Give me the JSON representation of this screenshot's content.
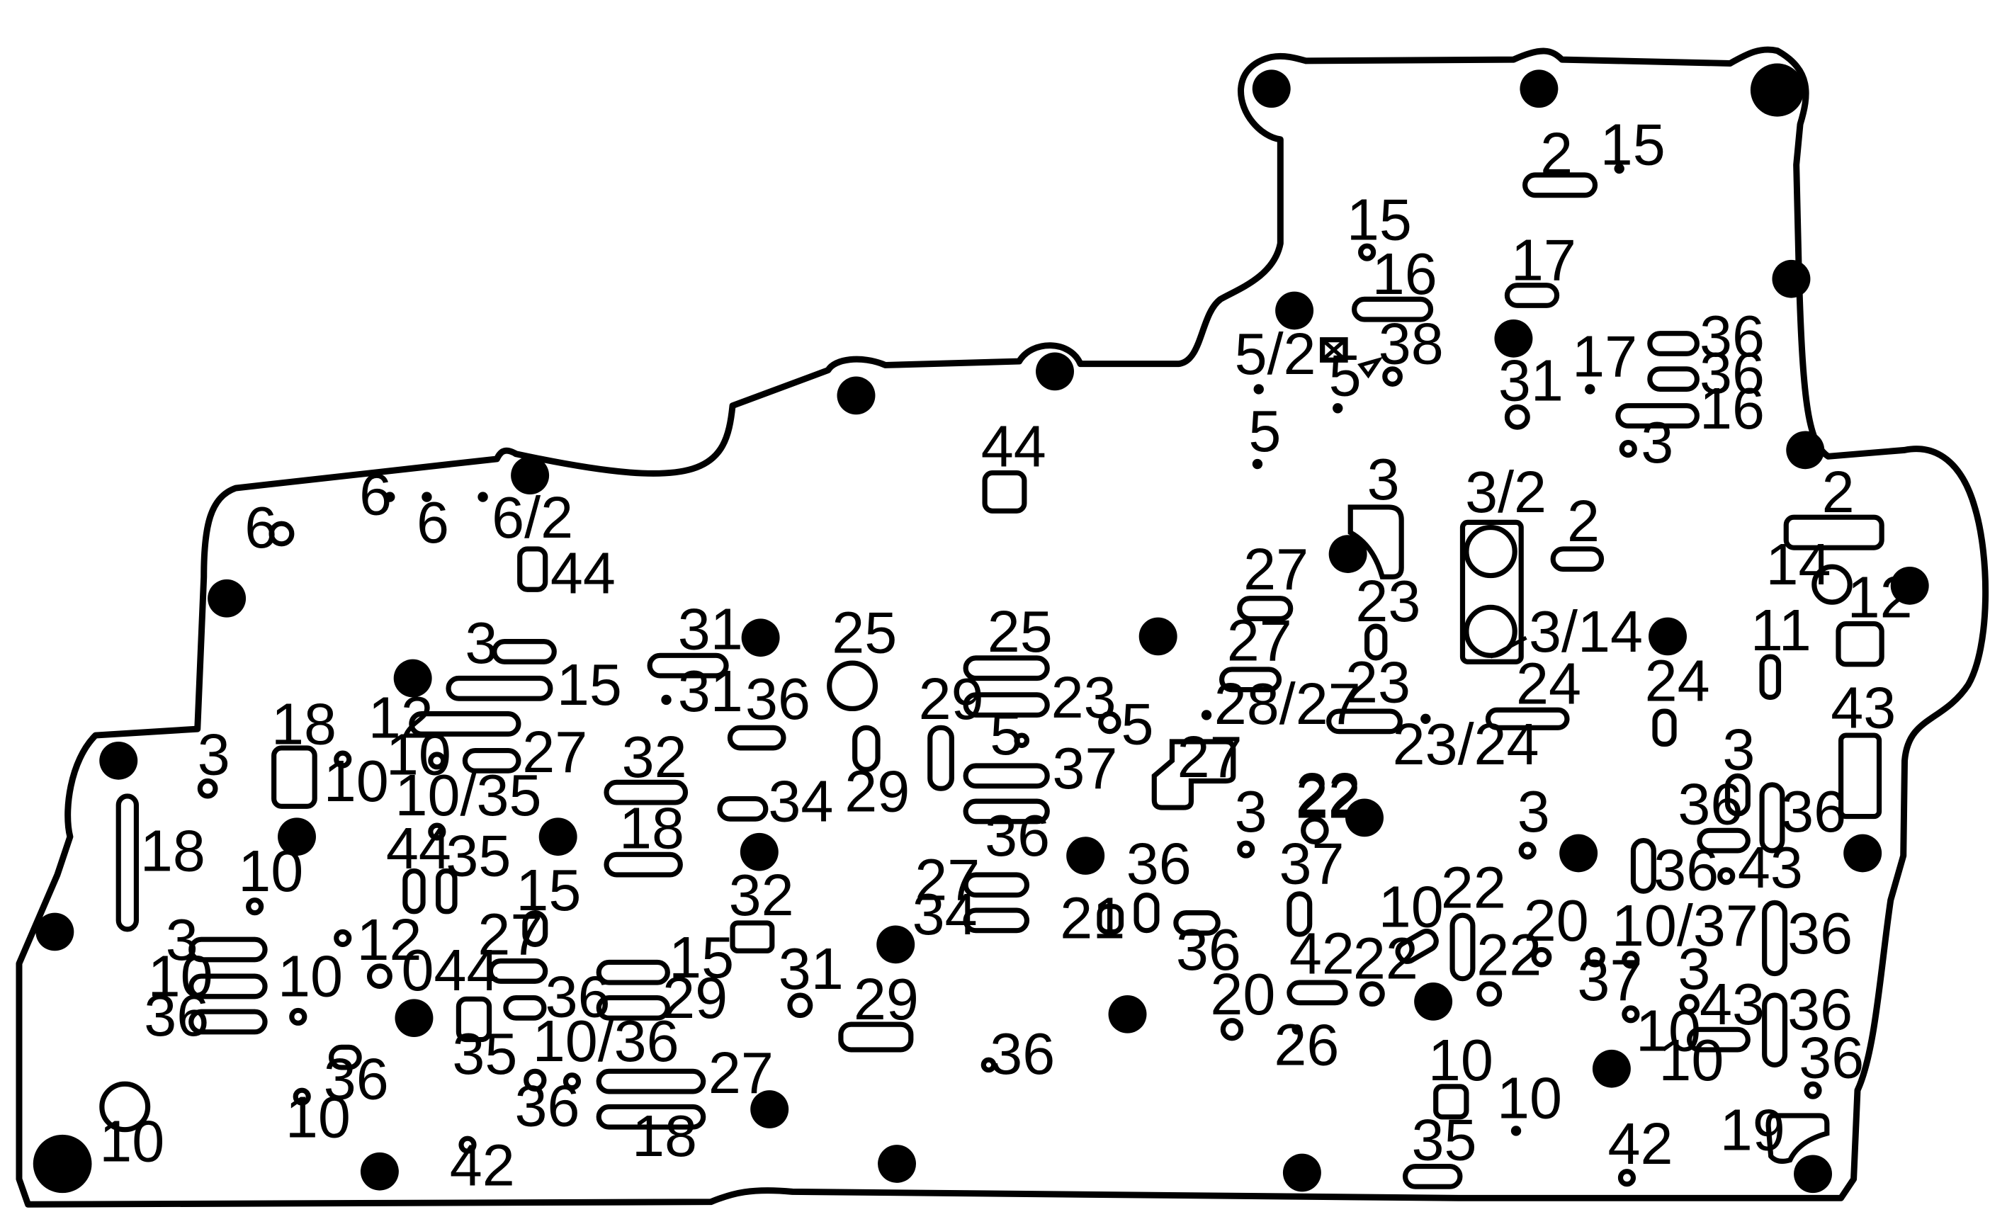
{
  "labels": [
    "2",
    "15",
    "15",
    "16",
    "17",
    "5/2",
    "38",
    "5",
    "31",
    "17",
    "36",
    "36",
    "16",
    "3",
    "5",
    "44",
    "6",
    "6",
    "6/2",
    "6",
    "44",
    "3",
    "3/2",
    "2",
    "14",
    "12",
    "2",
    "27",
    "23",
    "25",
    "31",
    "31",
    "3/14",
    "15",
    "3",
    "27",
    "25",
    "12",
    "24",
    "24",
    "11",
    "29",
    "23",
    "5",
    "28/27",
    "23",
    "23/24",
    "36",
    "5",
    "37",
    "18",
    "10",
    "27",
    "43",
    "3",
    "18",
    "10",
    "32",
    "27",
    "34",
    "3",
    "10/35",
    "36",
    "22",
    "3",
    "22",
    "36",
    "44",
    "35",
    "18",
    "29",
    "36",
    "36",
    "3",
    "43",
    "36",
    "27",
    "34",
    "37",
    "10",
    "21",
    "36",
    "15",
    "22",
    "20",
    "10",
    "36",
    "36",
    "10/37",
    "32",
    "12",
    "27",
    "15",
    "044",
    "22",
    "3",
    "3",
    "10",
    "36",
    "36",
    "29",
    "31",
    "20",
    "42",
    "22",
    "37",
    "43",
    "35",
    "36",
    "10",
    "26",
    "36",
    "29",
    "10/36",
    "10",
    "27",
    "10",
    "36",
    "10",
    "36",
    "10",
    "19",
    "10",
    "18",
    "35",
    "42",
    "42",
    "10",
    "36"
  ]
}
